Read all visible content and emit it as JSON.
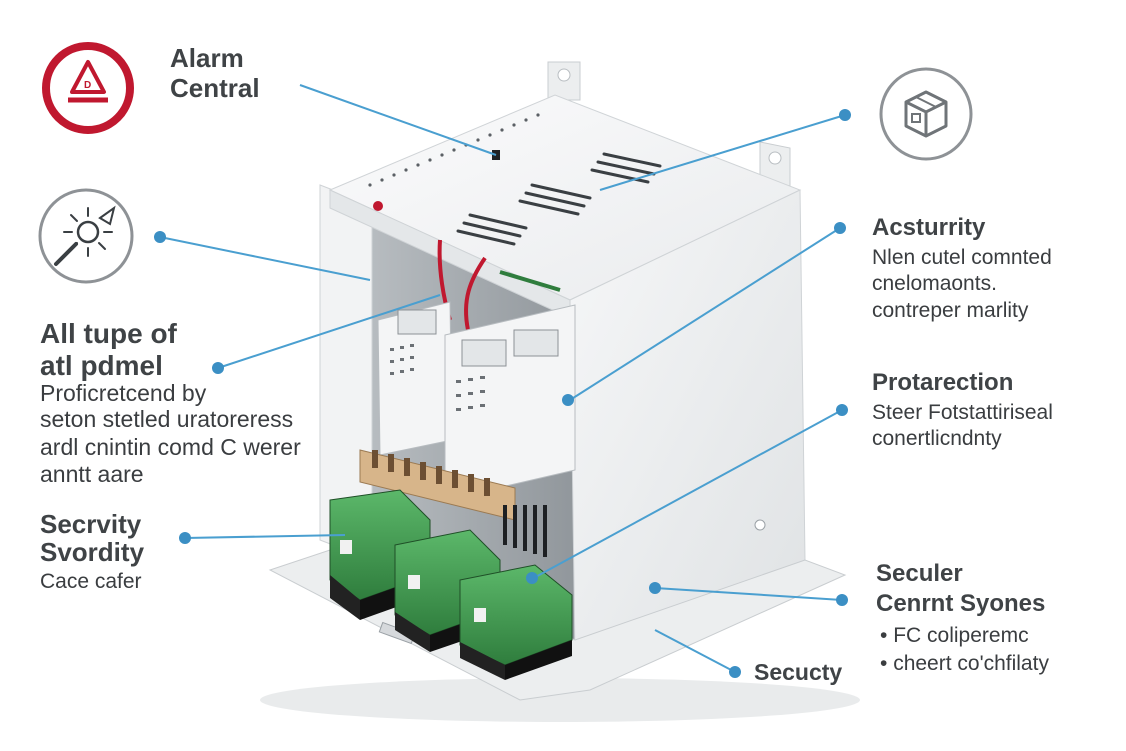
{
  "labels": {
    "alarm_central": {
      "line1": "Alarm",
      "line2": "Central"
    },
    "all_type": {
      "line1": "All tupe of",
      "line2": "atl pdmel",
      "desc1": "Proficretcend by",
      "desc2": "seton stetled uratoreress",
      "desc3": "ardl cnintin comd C werer",
      "desc4": "anntt aare"
    },
    "security_sv": {
      "line1": "Secrvity",
      "line2": "Svordity",
      "desc": "Cace cafer"
    },
    "acsturrity": {
      "title": "Acsturrity",
      "desc1": "Nlen cutel comnted",
      "desc2": "cnelomaonts.",
      "desc3": "contreper marlity"
    },
    "protarection": {
      "title": "Protarection",
      "desc1": "Steer Fotstattiriseal",
      "desc2": "conertlicndnty"
    },
    "seculer": {
      "title1": "Seculer",
      "title2": "Cenrnt Syones",
      "bullet1": "FC coliperemc",
      "bullet2": "cheert co'chfilaty"
    },
    "secucty": "Secucty"
  },
  "colors": {
    "callout_line": "#4a9fd0",
    "callout_dot": "#3b8fc4",
    "alarm_red": "#c0182f",
    "icon_gray": "#8e9296",
    "enclosure": "#eef0f1",
    "relay_green": "#3f9a4f"
  },
  "icons": [
    "alarm-triangle-icon",
    "sensor-gear-icon",
    "package-box-icon"
  ]
}
